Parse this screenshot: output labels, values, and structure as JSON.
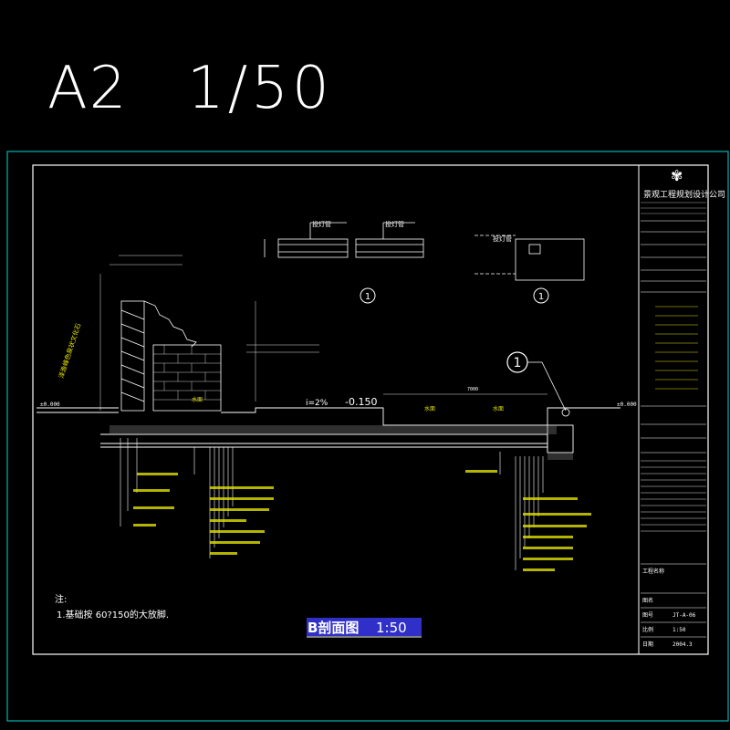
{
  "sheet": {
    "size_label": "A2",
    "scale_label": "1/50"
  },
  "drawing": {
    "title": "B剖面图",
    "scale": "1:50",
    "note_heading": "注:",
    "note_1": "1.基础按 60?150的大放脚.",
    "callout": "1",
    "slope": "i=2%",
    "level_mid": "-0.150",
    "level_left": "±0.000",
    "level_right": "±0.000",
    "dim_top": "7000",
    "left_label": "泽渔峰色泉状文化石",
    "lamp_label": "投灯管",
    "detail_marks": [
      "1",
      "1"
    ],
    "water_labels": [
      "水面",
      "水面",
      "水面"
    ]
  },
  "title_block": {
    "company": "景观工程规划设计公司",
    "rows": [
      "工程名称",
      "图名",
      "图号",
      "比例",
      "日期"
    ],
    "drawing_no": "JT-A-06",
    "scale_value": "1:50",
    "date_value": "2004.3"
  },
  "colors": {
    "frame": "#00b4b4",
    "border": "#ffffff",
    "line": "#ffffff",
    "text_yellow": "#e0e000",
    "text_green": "#00e000",
    "text_cyan": "#00e0e0",
    "title_bar": "#3030c8"
  }
}
